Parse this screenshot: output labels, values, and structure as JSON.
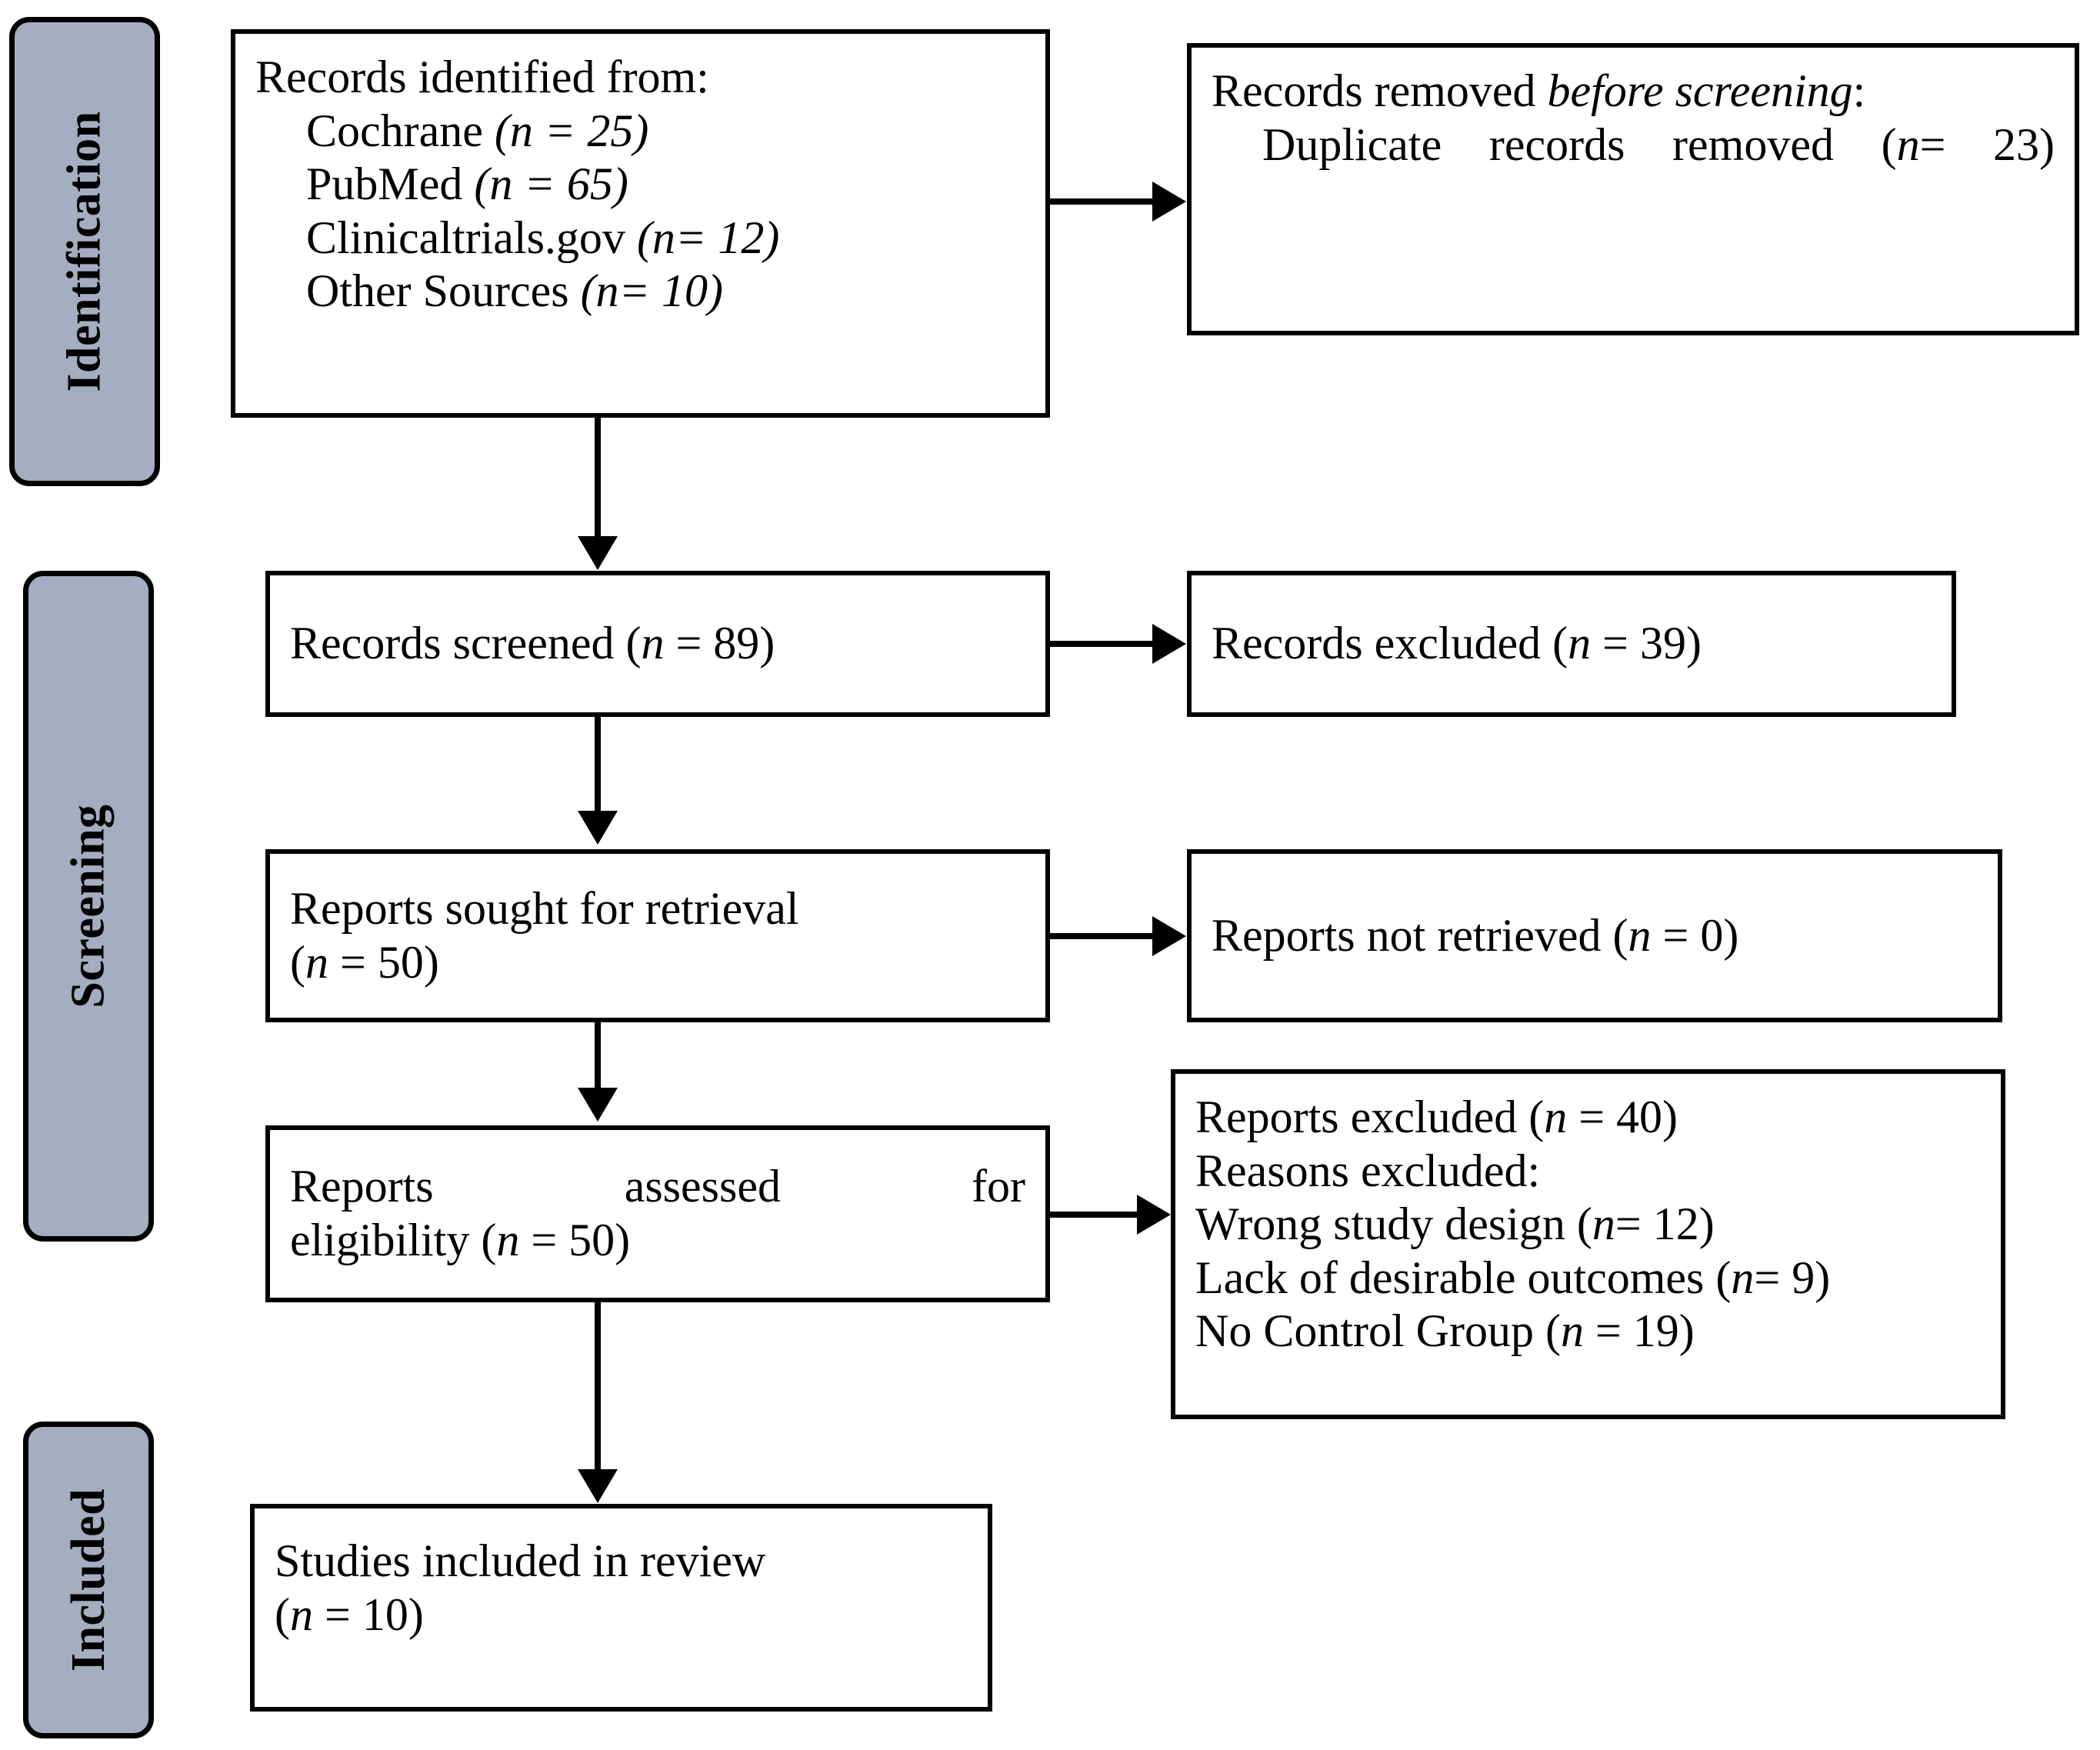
{
  "diagram": {
    "type": "prisma-flow-diagram",
    "title": "PRISMA flow diagram",
    "accent_fill": "#a5adc0",
    "stroke_color": "#000000",
    "background": "#ffffff"
  },
  "phases": [
    {
      "id": "identification",
      "label": "Identification"
    },
    {
      "id": "screening",
      "label": "Screening"
    },
    {
      "id": "included",
      "label": "Included"
    }
  ],
  "boxes": {
    "records_identified": {
      "heading": "Records identified from:",
      "sources": [
        {
          "name": "Cochrane",
          "n_text": "(n = 25)",
          "n": 25
        },
        {
          "name": "PubMed",
          "n_text": "(n = 65)",
          "n": 65
        },
        {
          "name": "Clinicaltrials.gov",
          "n_text": "(n= 12)",
          "n": 12
        },
        {
          "name": "Other Sources",
          "n_text": "(n= 10)",
          "n": 10
        }
      ]
    },
    "records_removed": {
      "heading_plain": "Records removed ",
      "heading_italic": "before screening",
      "heading_tail": ":",
      "detail_prefix": "Duplicate records removed (",
      "detail_n": "n",
      "detail_suffix": "= 23)",
      "n": 23
    },
    "records_screened": {
      "label": "Records screened (",
      "n_var": "n",
      "n_tail": " = 89)",
      "n": 89
    },
    "records_excluded": {
      "label": "Records excluded (",
      "n_var": "n",
      "n_tail": " = 39)",
      "n": 39
    },
    "reports_sought": {
      "line1": "Reports sought for retrieval",
      "line2_prefix": "(",
      "line2_n": "n",
      "line2_suffix": " = 50)",
      "n": 50
    },
    "reports_not_retrieved": {
      "label": "Reports not retrieved (",
      "n_var": "n",
      "n_tail": " = 0)",
      "n": 0
    },
    "reports_assessed": {
      "line1": "Reports assessed for",
      "line2_prefix": "eligibility (",
      "line2_n": "n",
      "line2_suffix": " = 50)",
      "n": 50
    },
    "reports_excluded": {
      "line1_prefix": "Reports excluded (",
      "line1_n": "n",
      "line1_suffix": " = 40)",
      "n": 40,
      "line2": "Reasons excluded:",
      "reasons": [
        {
          "text_prefix": "Wrong study design (",
          "n_var": "n",
          "text_suffix": "= 12)",
          "n": 12
        },
        {
          "text_prefix": "Lack of desirable outcomes (",
          "n_var": "n",
          "text_suffix": "= 9)",
          "n": 9
        },
        {
          "text_prefix": "No Control Group (",
          "n_var": "n",
          "text_suffix": " = 19)",
          "n": 19
        }
      ]
    },
    "studies_included": {
      "line1": "Studies included in review",
      "line2_prefix": "(",
      "line2_n": "n",
      "line2_suffix": " = 10)",
      "n": 10
    }
  }
}
